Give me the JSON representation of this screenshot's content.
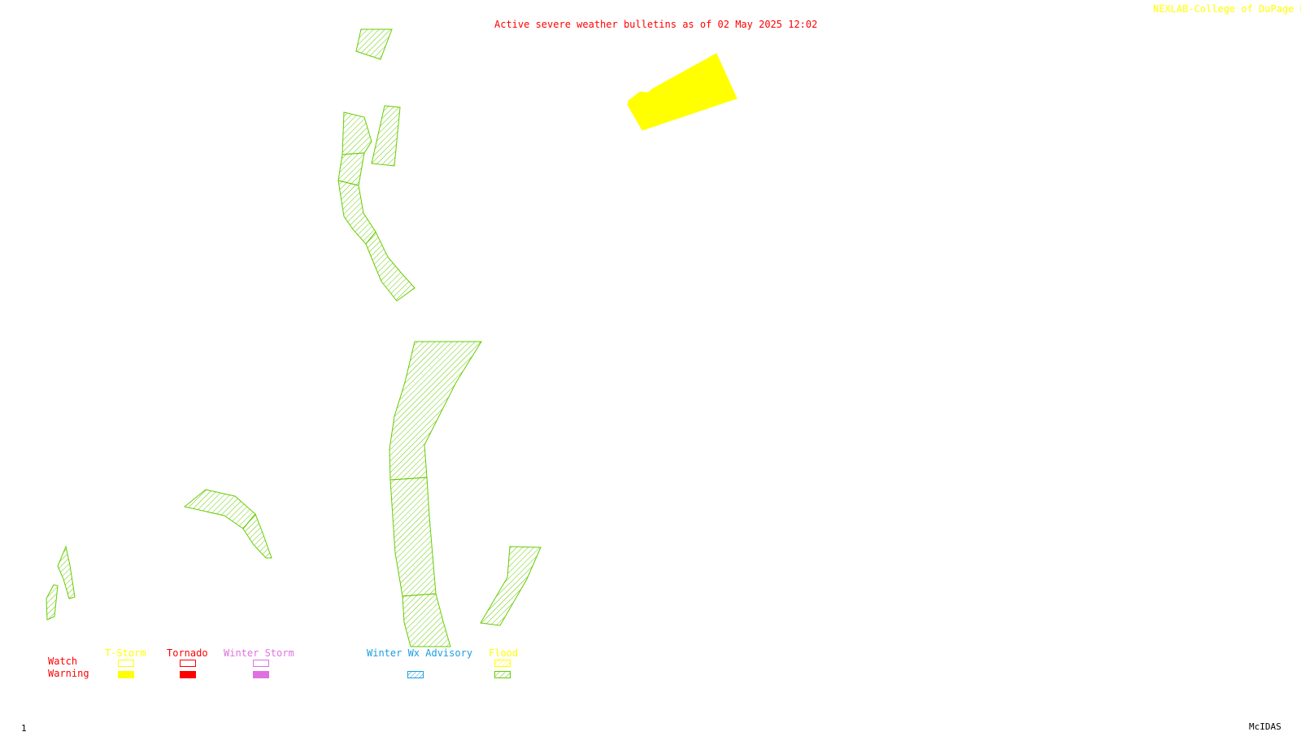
{
  "header": {
    "title": "Active severe weather bulletins as of 02 May 2025 12:02",
    "credit": "NEXLAB-College of DuPage R"
  },
  "legend": {
    "columns": [
      {
        "label": "T-Storm",
        "color": "#ffff00"
      },
      {
        "label": "Tornado",
        "color": "#ff0000"
      },
      {
        "label": "Winter Storm",
        "color": "#e070e0"
      },
      {
        "label": "Winter Wx Advisory",
        "color": "#1a9ee0"
      },
      {
        "label": "Flood",
        "color": "#ffff00"
      }
    ],
    "rows": {
      "watch": "Watch",
      "warning": "Warning"
    },
    "row_color": "#ff0000",
    "flood_hatch_color": "#66cc00"
  },
  "footer": {
    "frame_number": "1",
    "software": "McIDAS"
  },
  "colors": {
    "flood": "#66cc00",
    "tstorm_warning": "#ffff00",
    "background": "#ffffff"
  },
  "warnings": [
    {
      "type": "Flood Warning"
    },
    {
      "type": "Flood Warning"
    },
    {
      "type": "Flood Warning"
    },
    {
      "type": "Flood Warning"
    },
    {
      "type": "Flood Warning"
    },
    {
      "type": "Flood Warning"
    },
    {
      "type": "Flood Warning"
    },
    {
      "type": "Flood Warning"
    },
    {
      "type": "Flood Warning"
    },
    {
      "type": "Flood Warning"
    },
    {
      "type": "Flood Warning"
    },
    {
      "type": "Flood Warning"
    },
    {
      "type": "Flood Warning"
    },
    {
      "type": "Flood Warning"
    },
    {
      "type": "T-Storm Warning"
    }
  ]
}
